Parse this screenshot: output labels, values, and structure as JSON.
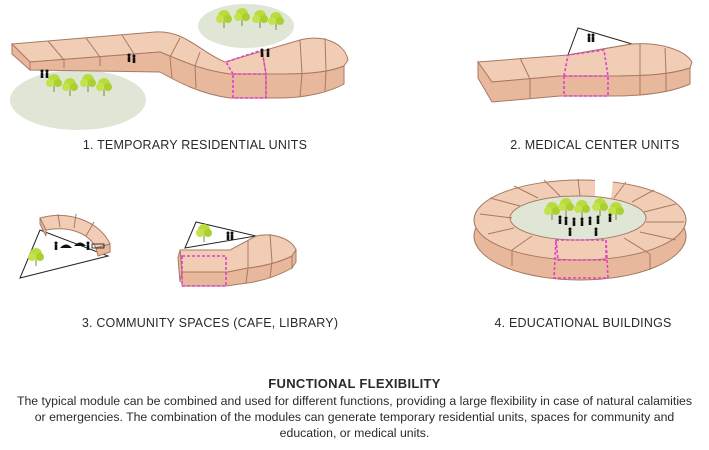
{
  "panels": [
    {
      "number": "1.",
      "label": "TEMPORARY RESIDENTIAL UNITS"
    },
    {
      "number": "2.",
      "label": "MEDICAL CENTER UNITS"
    },
    {
      "number": "3.",
      "label": "COMMUNITY SPACES (CAFE, LIBRARY)"
    },
    {
      "number": "4.",
      "label": "EDUCATIONAL BUILDINGS"
    }
  ],
  "footer": {
    "title": "FUNCTIONAL FLEXIBILITY",
    "text": "The typical module can be combined and used for different functions, providing a large flexibility in case of natural calamities or emergencies. The combination of the modules can generate temporary residential units, spaces for community and education, or medical units."
  },
  "colors": {
    "module_fill": "#e8b89c",
    "module_top": "#f2cdb5",
    "module_stroke": "#a87a62",
    "highlight": "#e040c8",
    "green_area": "#dfe6d6",
    "tree": "#b8dc3c"
  }
}
